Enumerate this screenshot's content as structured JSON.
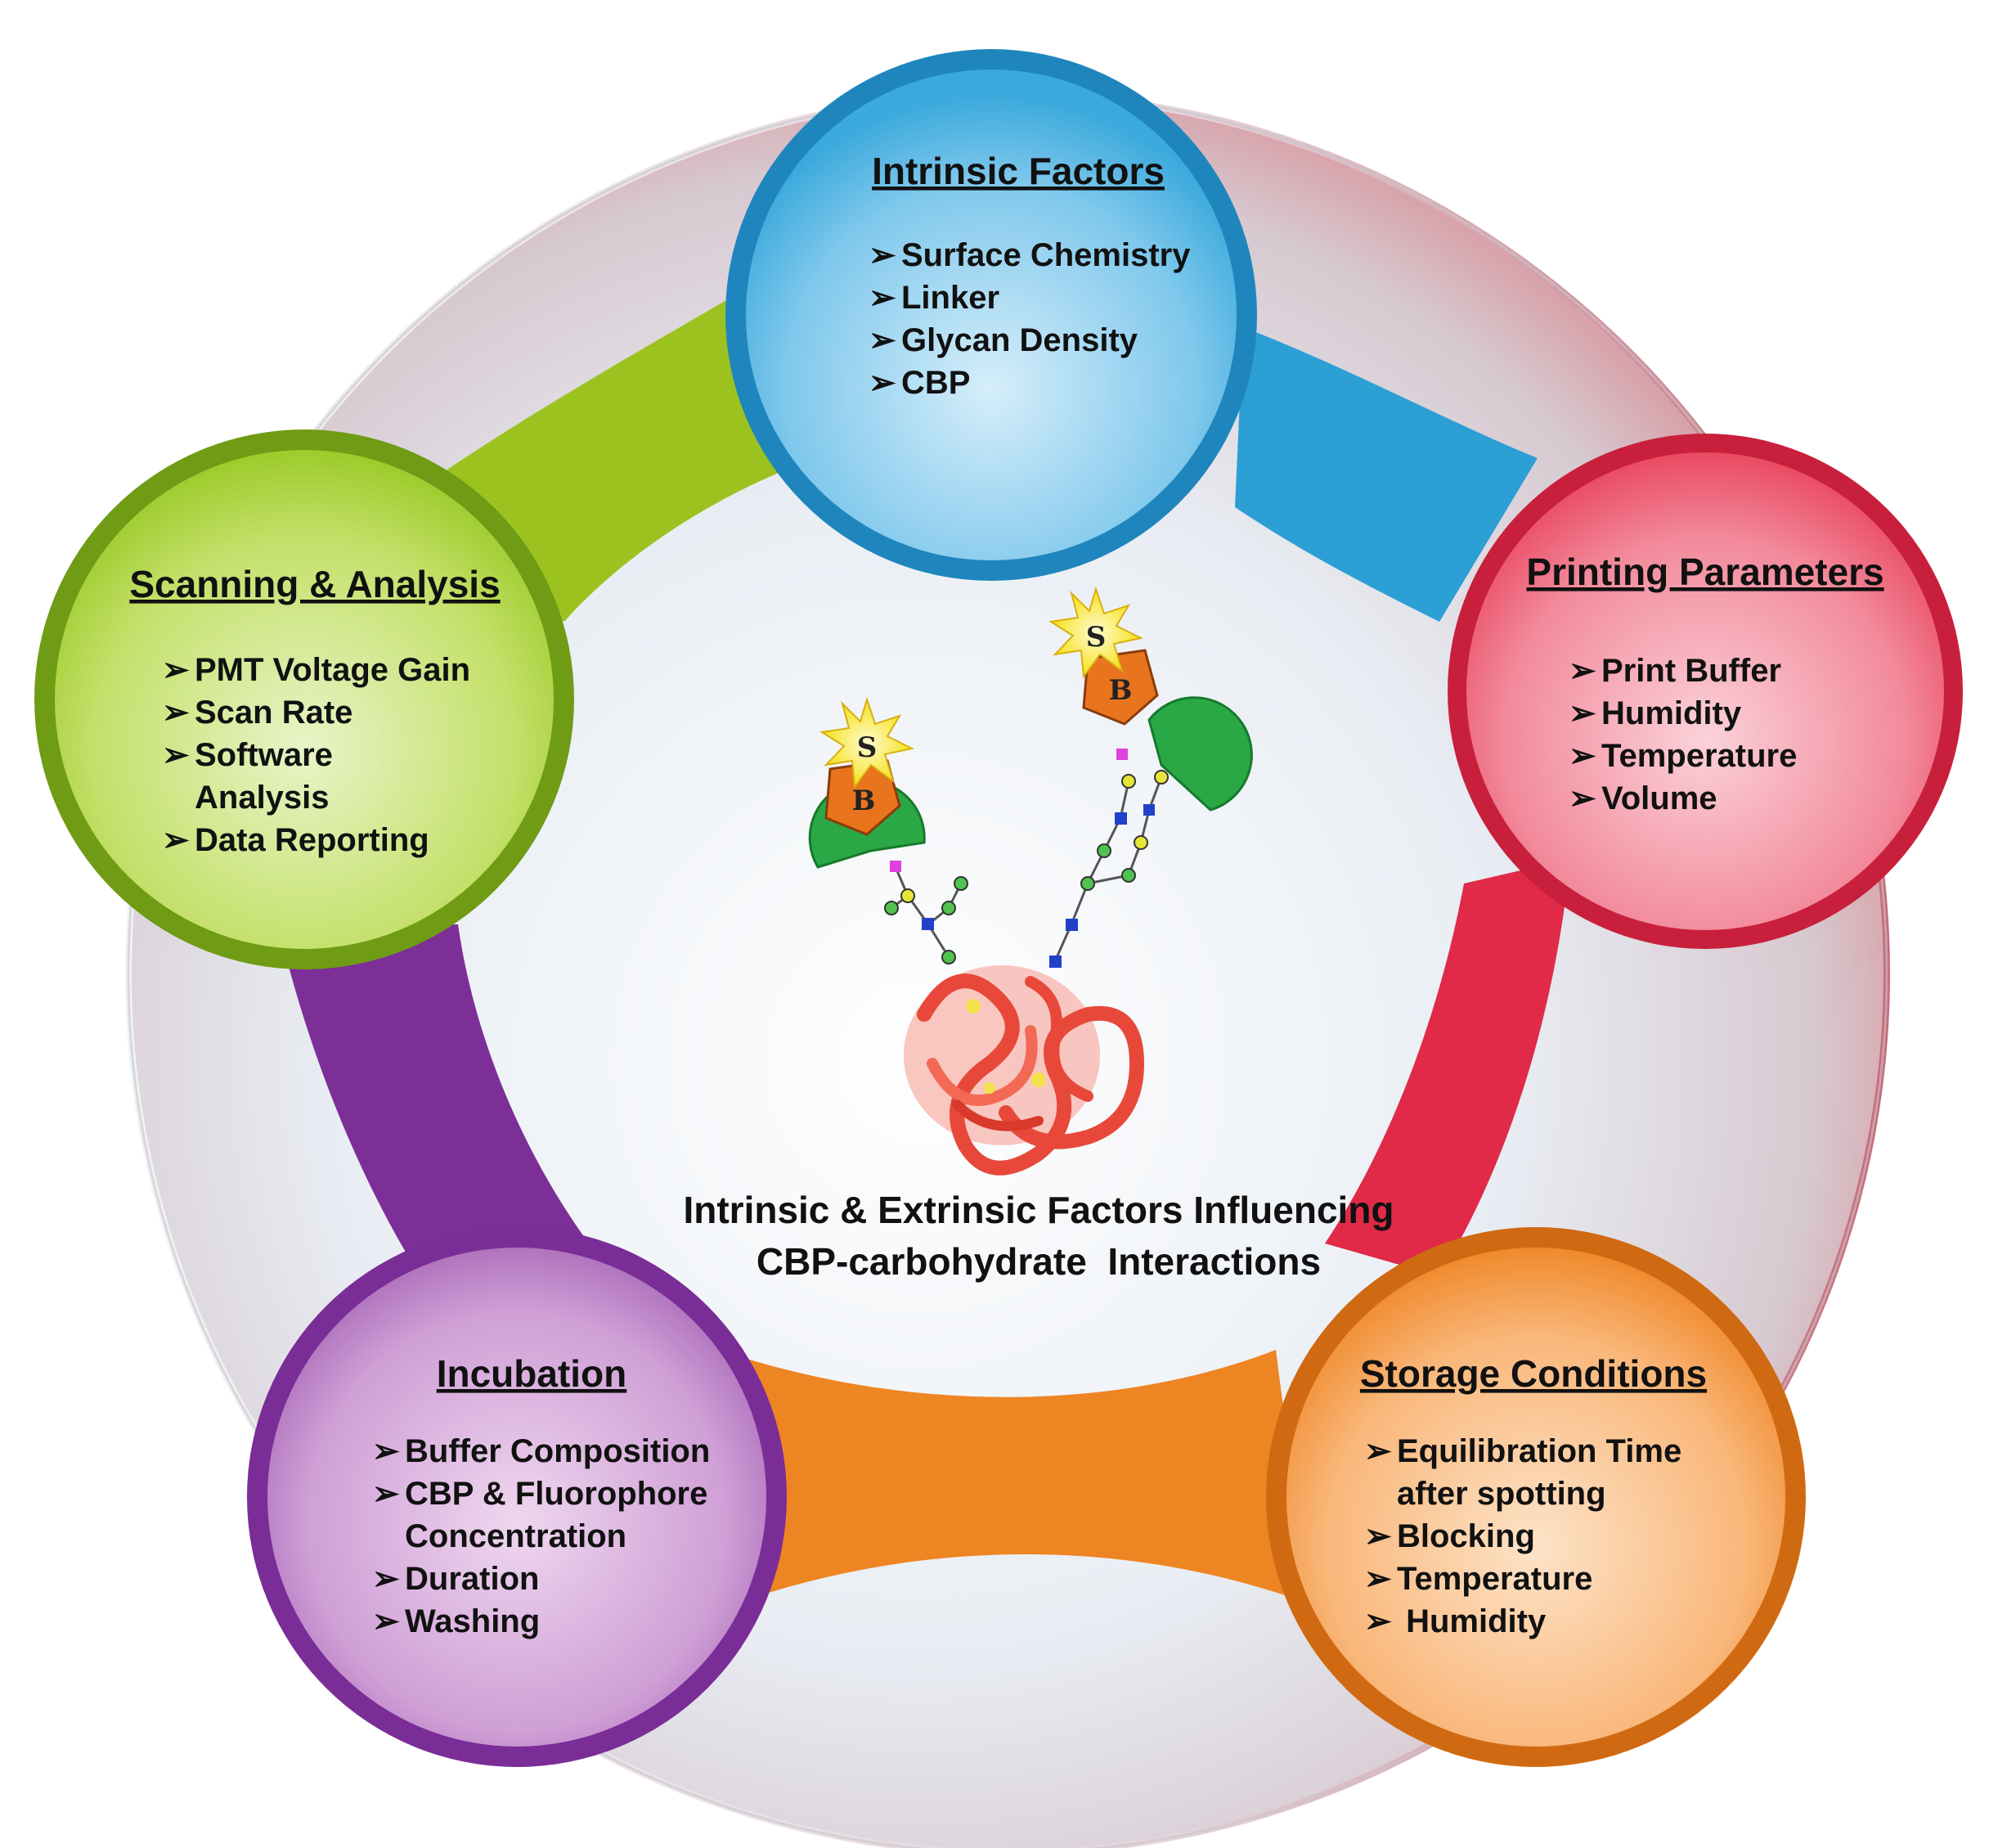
{
  "center": {
    "title_line1": "Intrinsic & Extrinsic Factors Influencing",
    "title_line2": "CBP-carbohydrate  Interactions",
    "label_s": "S",
    "label_b": "B"
  },
  "nodes": [
    {
      "key": "intrinsic",
      "title": "Intrinsic  Factors",
      "items": [
        "Surface Chemistry",
        "Linker",
        "Glycan Density",
        "CBP"
      ],
      "color": "#2aa3d8"
    },
    {
      "key": "printing",
      "title": "Printing Parameters",
      "items": [
        "Print Buffer",
        "Humidity",
        "Temperature",
        "Volume"
      ],
      "color": "#e8334e"
    },
    {
      "key": "storage",
      "title": "Storage Conditions",
      "items": [
        "Equilibration Time",
        "after spotting",
        "Blocking",
        "Temperature",
        " Humidity"
      ],
      "color": "#f08a24"
    },
    {
      "key": "incubation",
      "title": "Incubation",
      "items": [
        "Buffer Composition",
        "CBP & Fluorophore",
        "Concentration",
        "Duration",
        "Washing"
      ],
      "color": "#8e3fa8"
    },
    {
      "key": "scanning",
      "title": "Scanning & Analysis",
      "items": [
        "PMT Voltage Gain",
        "Scan Rate",
        "Software",
        "Analysis",
        "Data Reporting"
      ],
      "color": "#8fbf1e"
    }
  ],
  "bullet": "➢"
}
